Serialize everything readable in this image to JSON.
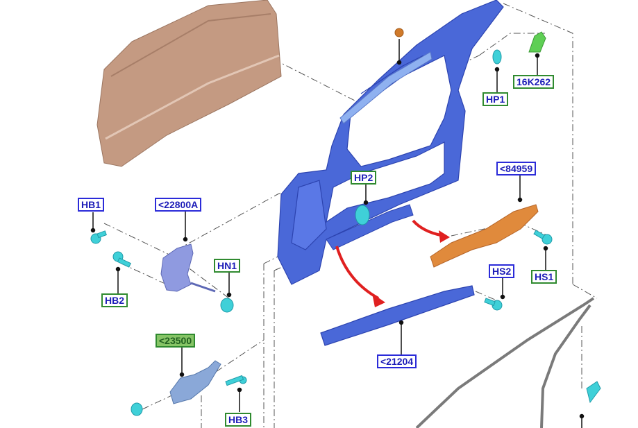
{
  "diagram": {
    "colors": {
      "door_skin": "#c49a82",
      "door_frame": "#4a68d8",
      "reinforcement": "#4a68d8",
      "bracket_orange": "#e08a3c",
      "fastener_cyan": "#3fd0d8",
      "clip_green": "#5fcf55",
      "arrow_red": "#e02020",
      "outline_gray": "#7a7a7a",
      "leader_dash": "#555555"
    },
    "callouts": {
      "hb1": "HB1",
      "p22800a": "<22800A",
      "hb2": "HB2",
      "hn1": "HN1",
      "p23500": "<23500",
      "hb3": "HB3",
      "hp2": "HP2",
      "hp1": "HP1",
      "p16k262": "16K262",
      "p84959": "<84959",
      "hs2": "HS2",
      "hs1": "HS1",
      "p21204": "<21204"
    }
  }
}
